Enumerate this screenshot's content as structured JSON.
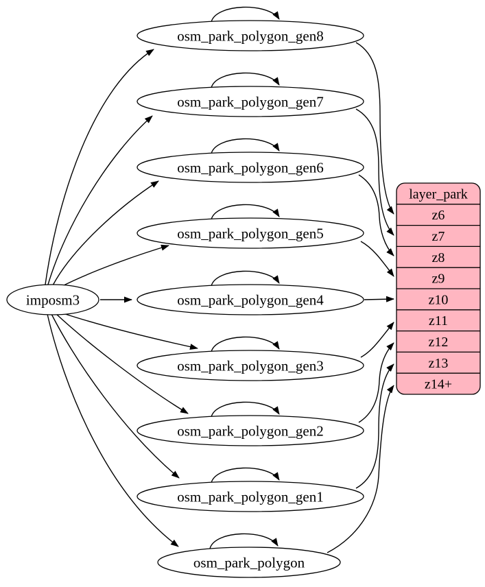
{
  "diagram": {
    "type": "graphviz-dependency-graph",
    "background_color": "#ffffff",
    "node_fill_color": "#ffffff",
    "node_stroke_color": "#000000",
    "edge_color": "#000000",
    "text_color": "#000000",
    "source_node": {
      "id": "imposm3",
      "label": "imposm3"
    },
    "table_nodes": [
      {
        "id": "osm_park_polygon_gen8",
        "label": "osm_park_polygon_gen8"
      },
      {
        "id": "osm_park_polygon_gen7",
        "label": "osm_park_polygon_gen7"
      },
      {
        "id": "osm_park_polygon_gen6",
        "label": "osm_park_polygon_gen6"
      },
      {
        "id": "osm_park_polygon_gen5",
        "label": "osm_park_polygon_gen5"
      },
      {
        "id": "osm_park_polygon_gen4",
        "label": "osm_park_polygon_gen4"
      },
      {
        "id": "osm_park_polygon_gen3",
        "label": "osm_park_polygon_gen3"
      },
      {
        "id": "osm_park_polygon_gen2",
        "label": "osm_park_polygon_gen2"
      },
      {
        "id": "osm_park_polygon_gen1",
        "label": "osm_park_polygon_gen1"
      },
      {
        "id": "osm_park_polygon",
        "label": "osm_park_polygon"
      }
    ],
    "layer_node": {
      "id": "layer_park",
      "header": "layer_park",
      "rows": [
        "z6",
        "z7",
        "z8",
        "z9",
        "z10",
        "z11",
        "z12",
        "z13",
        "z14+"
      ],
      "fill_color": "#ffb6c1",
      "stroke_color": "#000000"
    },
    "edges": {
      "source_to_tables": [
        {
          "from": "imposm3",
          "to": "osm_park_polygon_gen8"
        },
        {
          "from": "imposm3",
          "to": "osm_park_polygon_gen7"
        },
        {
          "from": "imposm3",
          "to": "osm_park_polygon_gen6"
        },
        {
          "from": "imposm3",
          "to": "osm_park_polygon_gen5"
        },
        {
          "from": "imposm3",
          "to": "osm_park_polygon_gen4"
        },
        {
          "from": "imposm3",
          "to": "osm_park_polygon_gen3"
        },
        {
          "from": "imposm3",
          "to": "osm_park_polygon_gen2"
        },
        {
          "from": "imposm3",
          "to": "osm_park_polygon_gen1"
        },
        {
          "from": "imposm3",
          "to": "osm_park_polygon"
        }
      ],
      "table_self_loops": [
        "osm_park_polygon_gen8",
        "osm_park_polygon_gen7",
        "osm_park_polygon_gen6",
        "osm_park_polygon_gen5",
        "osm_park_polygon_gen4",
        "osm_park_polygon_gen3",
        "osm_park_polygon_gen2",
        "osm_park_polygon_gen1",
        "osm_park_polygon"
      ],
      "tables_to_layer_rows": [
        {
          "from": "osm_park_polygon_gen8",
          "to_row": "z6"
        },
        {
          "from": "osm_park_polygon_gen7",
          "to_row": "z7"
        },
        {
          "from": "osm_park_polygon_gen6",
          "to_row": "z8"
        },
        {
          "from": "osm_park_polygon_gen5",
          "to_row": "z9"
        },
        {
          "from": "osm_park_polygon_gen4",
          "to_row": "z10"
        },
        {
          "from": "osm_park_polygon_gen3",
          "to_row": "z11"
        },
        {
          "from": "osm_park_polygon_gen2",
          "to_row": "z12"
        },
        {
          "from": "osm_park_polygon_gen1",
          "to_row": "z13"
        },
        {
          "from": "osm_park_polygon",
          "to_row": "z14+"
        }
      ]
    }
  }
}
